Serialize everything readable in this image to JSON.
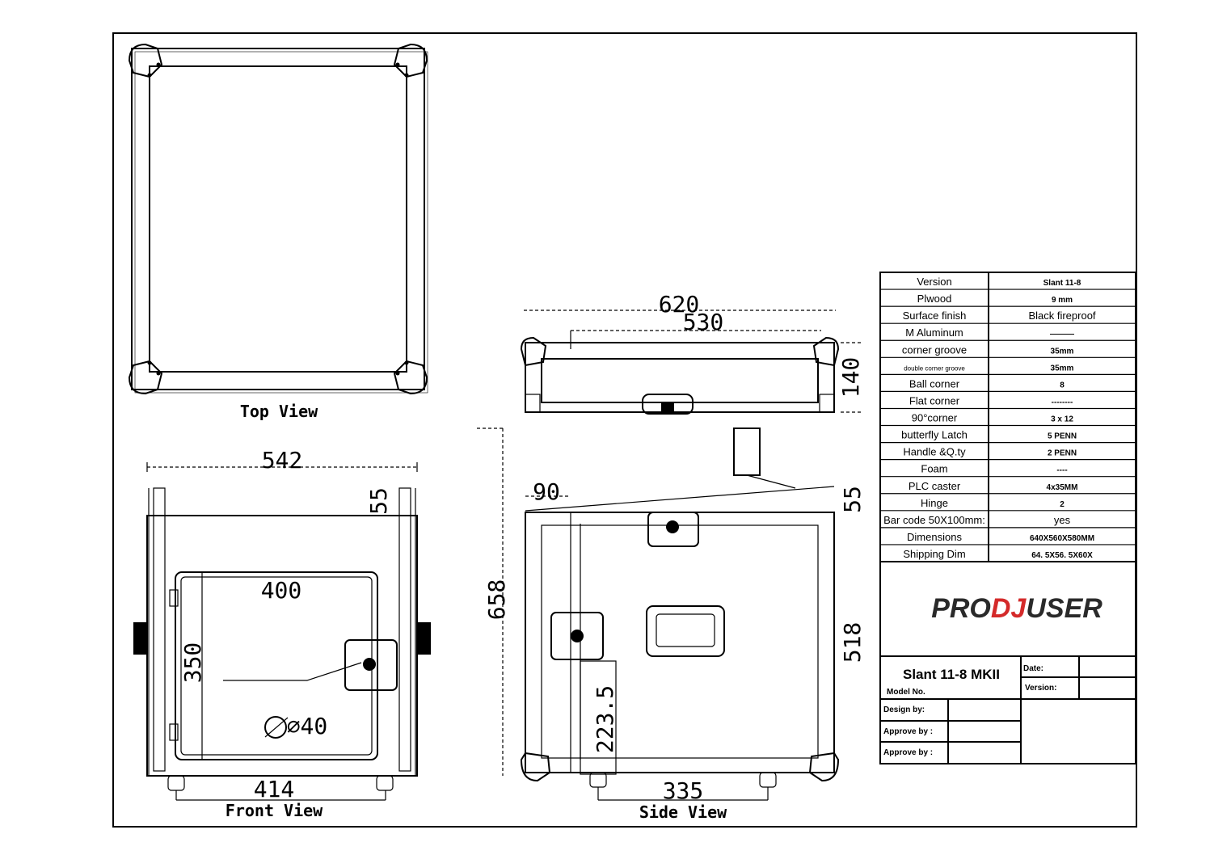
{
  "views": {
    "top": "Top View",
    "front": "Front View",
    "side": "Side View"
  },
  "dimensions": {
    "top_620": "620",
    "top_530": "530",
    "top_140": "140",
    "front_542": "542",
    "front_55": "55",
    "front_400": "400",
    "front_350": "350",
    "front_dia": "⌀40",
    "front_414": "414",
    "side_90": "90",
    "side_55": "55",
    "side_658": "658",
    "side_518": "518",
    "side_223": "223.5",
    "side_335": "335"
  },
  "spec_table": [
    {
      "label": "Version",
      "value": "Slant 11-8"
    },
    {
      "label": "Plwood",
      "value": "9 mm"
    },
    {
      "label": "Surface  finish",
      "value": "Black fireproof"
    },
    {
      "label": "M Aluminum",
      "value": "———"
    },
    {
      "label": "corner groove",
      "value": "35mm"
    },
    {
      "label": "double corner groove",
      "value": "35mm"
    },
    {
      "label": "Ball corner",
      "value": "8"
    },
    {
      "label": "Flat corner",
      "value": "--------"
    },
    {
      "label": "90°corner",
      "value": "3 x 12"
    },
    {
      "label": "butterfly Latch",
      "value": "5 PENN"
    },
    {
      "label": "Handle &Q.ty",
      "value": "2 PENN"
    },
    {
      "label": "Foam",
      "value": "----"
    },
    {
      "label": "PLC caster",
      "value": "4x35MM"
    },
    {
      "label": "Hinge",
      "value": "2"
    },
    {
      "label": "Bar code 50X100mm:",
      "value": "yes"
    },
    {
      "label": "Dimensions",
      "value": "640X560X580MM"
    },
    {
      "label": "Shipping Dim",
      "value": "64. 5X56. 5X60X"
    }
  ],
  "logo": {
    "pre": "PRO",
    "mid": "DJ",
    "post": "USER",
    "accent": "#d42a2a"
  },
  "title_block": {
    "model": "Slant 11-8 MKII",
    "model_label": "Model No.",
    "date_label": "Date:",
    "version_label": "Version:",
    "design_label": "Design by:",
    "approve1_label": "Approve by :",
    "approve2_label": "Approve by :"
  }
}
